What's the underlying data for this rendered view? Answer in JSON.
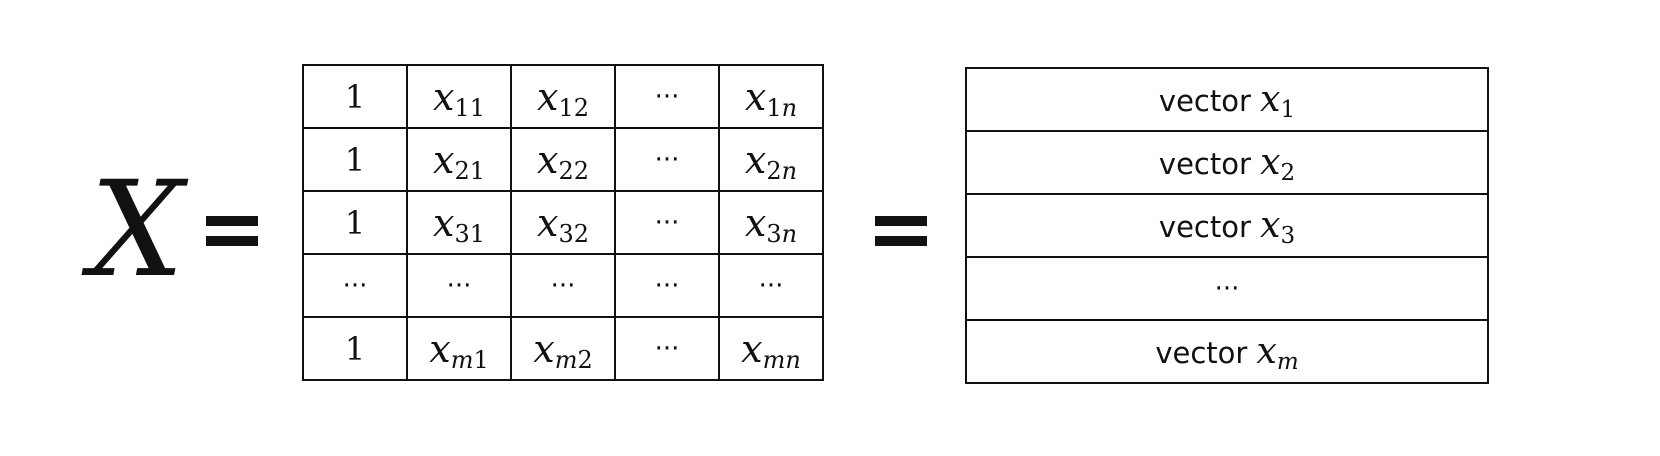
{
  "lhs": {
    "symbol": "X",
    "equals": "="
  },
  "matrix": {
    "rows": [
      [
        {
          "type": "num",
          "text": "1"
        },
        {
          "type": "sym",
          "base": "x",
          "sub": "11"
        },
        {
          "type": "sym",
          "base": "x",
          "sub": "12"
        },
        {
          "type": "dots",
          "text": "···"
        },
        {
          "type": "sym",
          "base": "x",
          "sub": "1",
          "sub_var": "n"
        }
      ],
      [
        {
          "type": "num",
          "text": "1"
        },
        {
          "type": "sym",
          "base": "x",
          "sub": "21"
        },
        {
          "type": "sym",
          "base": "x",
          "sub": "22"
        },
        {
          "type": "dots",
          "text": "···"
        },
        {
          "type": "sym",
          "base": "x",
          "sub": "2",
          "sub_var": "n"
        }
      ],
      [
        {
          "type": "num",
          "text": "1"
        },
        {
          "type": "sym",
          "base": "x",
          "sub": "31"
        },
        {
          "type": "sym",
          "base": "x",
          "sub": "32"
        },
        {
          "type": "dots",
          "text": "···"
        },
        {
          "type": "sym",
          "base": "x",
          "sub": "3",
          "sub_var": "n"
        }
      ],
      [
        {
          "type": "dots",
          "text": "···"
        },
        {
          "type": "dots",
          "text": "···"
        },
        {
          "type": "dots",
          "text": "···"
        },
        {
          "type": "dots",
          "text": "···"
        },
        {
          "type": "dots",
          "text": "···"
        }
      ],
      [
        {
          "type": "num",
          "text": "1"
        },
        {
          "type": "sym",
          "base": "x",
          "sub_var": "m",
          "sub": "1"
        },
        {
          "type": "sym",
          "base": "x",
          "sub_var": "m",
          "sub": "2"
        },
        {
          "type": "dots",
          "text": "···"
        },
        {
          "type": "sym",
          "base": "x",
          "sub_var": "mn",
          "sub": ""
        }
      ]
    ]
  },
  "middle_equals": "=",
  "vectors": {
    "rows": [
      {
        "type": "vector",
        "label": "vector",
        "base": "x",
        "sub": "1"
      },
      {
        "type": "vector",
        "label": "vector",
        "base": "x",
        "sub": "2"
      },
      {
        "type": "vector",
        "label": "vector",
        "base": "x",
        "sub": "3"
      },
      {
        "type": "dots",
        "text": "···"
      },
      {
        "type": "vector",
        "label": "vector",
        "base": "x",
        "sub_var": "m"
      }
    ]
  }
}
